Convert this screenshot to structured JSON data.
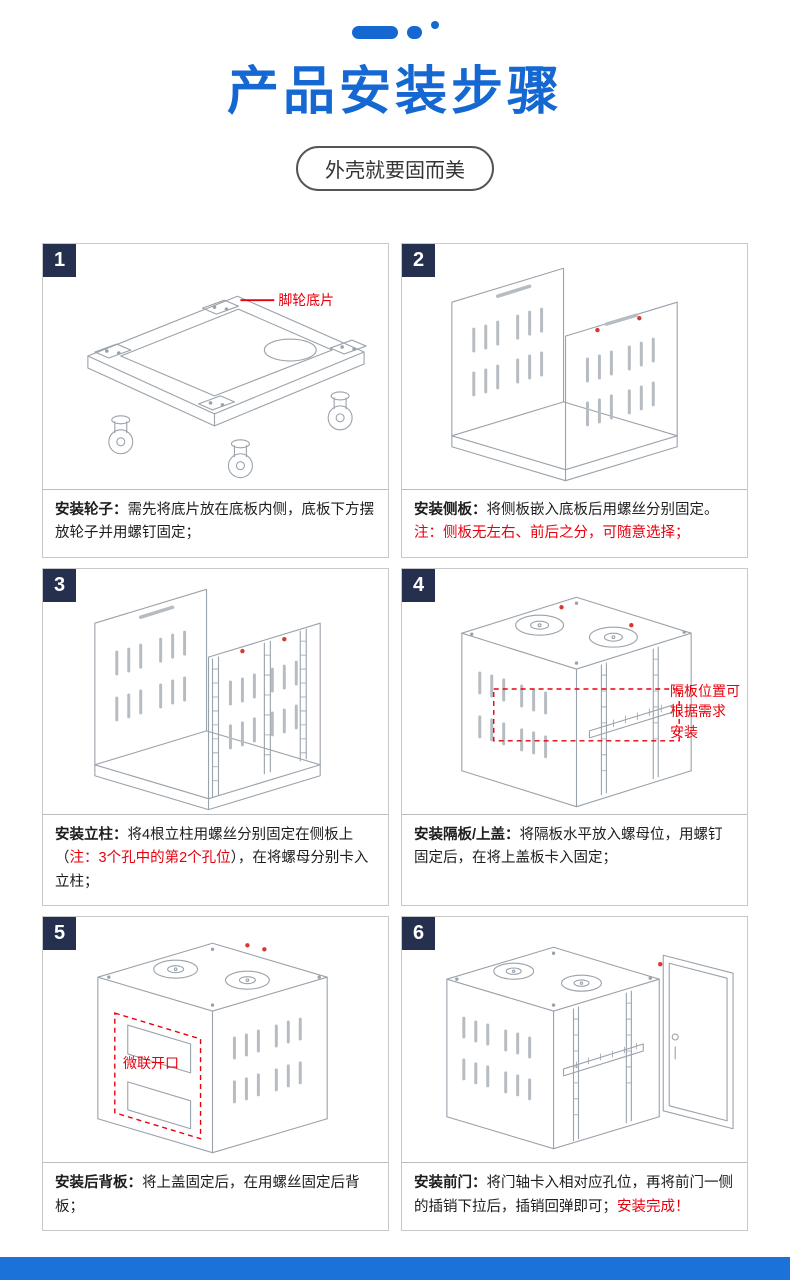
{
  "header": {
    "title": "产品安装步骤",
    "subtitle": "外壳就要固而美"
  },
  "colors": {
    "accent_blue": "#1567d2",
    "note_red": "#e8000d",
    "badge_navy": "#25304e",
    "footer_bar_blue": "#1b72d8"
  },
  "steps": [
    {
      "num": "1",
      "lead": "安装轮子：",
      "text1": "需先将底片放在底板内侧，底板下方摆放轮子并用螺钉固定；",
      "annotation": "脚轮底片"
    },
    {
      "num": "2",
      "lead": "安装侧板：",
      "text1": "将侧板嵌入底板后用螺丝分别固定。",
      "red": "注：侧板无左右、前后之分，可随意选择；"
    },
    {
      "num": "3",
      "lead": "安装立柱：",
      "text1": "将4根立柱用螺丝分别固定在侧板上（",
      "red": "注：3个孔中的第2个孔位",
      "text2": "），在将螺母分别卡入立柱；"
    },
    {
      "num": "4",
      "lead": "安装隔板/上盖：",
      "text1": "将隔板水平放入螺母位，用螺钉固定后，在将上盖板卡入固定；",
      "annotation": "隔板位置可\n根据需求\n安装"
    },
    {
      "num": "5",
      "lead": "安装后背板：",
      "text1": "将上盖固定后，在用螺丝固定后背板；",
      "annotation": "微联开口"
    },
    {
      "num": "6",
      "lead": "安装前门：",
      "text1": "将门轴卡入相对应孔位，再将前门一侧的插销下拉后，插销回弹即可；",
      "red": "安装完成！"
    }
  ]
}
